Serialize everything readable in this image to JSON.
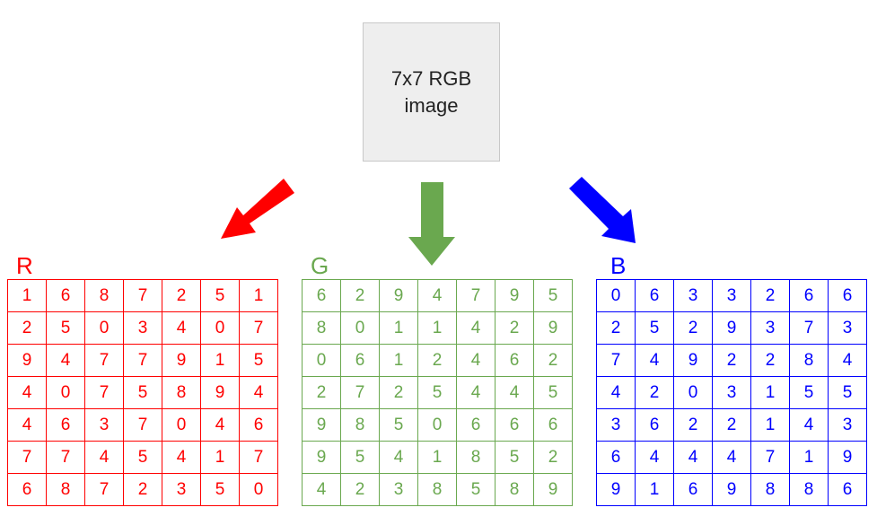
{
  "center_box": {
    "text": "7x7 RGB\nimage"
  },
  "colors": {
    "r": "#ff0000",
    "g": "#6aa84f",
    "b": "#0000ff",
    "box_bg": "#eeeeee"
  },
  "arrows": [
    {
      "name": "red-arrow",
      "direction": "down-left",
      "color": "#ff0000"
    },
    {
      "name": "green-arrow",
      "direction": "down",
      "color": "#6aa84f"
    },
    {
      "name": "blue-arrow",
      "direction": "down-right",
      "color": "#0000ff"
    }
  ],
  "channels": [
    {
      "key": "r",
      "label": "R",
      "color": "#ff0000",
      "rows": [
        [
          "1",
          "6",
          "8",
          "7",
          "2",
          "5",
          "1"
        ],
        [
          "2",
          "5",
          "0",
          "3",
          "4",
          "0",
          "7"
        ],
        [
          "9",
          "4",
          "7",
          "7",
          "9",
          "1",
          "5"
        ],
        [
          "4",
          "0",
          "7",
          "5",
          "8",
          "9",
          "4"
        ],
        [
          "4",
          "6",
          "3",
          "7",
          "0",
          "4",
          "6"
        ],
        [
          "7",
          "7",
          "4",
          "5",
          "4",
          "1",
          "7"
        ],
        [
          "6",
          "8",
          "7",
          "2",
          "3",
          "5",
          "0"
        ]
      ]
    },
    {
      "key": "g",
      "label": "G",
      "color": "#6aa84f",
      "rows": [
        [
          "6",
          "2",
          "9",
          "4",
          "7",
          "9",
          "5"
        ],
        [
          "8",
          "0",
          "1",
          "1",
          "4",
          "2",
          "9"
        ],
        [
          "0",
          "6",
          "1",
          "2",
          "4",
          "6",
          "2"
        ],
        [
          "2",
          "7",
          "2",
          "5",
          "4",
          "4",
          "5"
        ],
        [
          "9",
          "8",
          "5",
          "0",
          "6",
          "6",
          "6"
        ],
        [
          "9",
          "5",
          "4",
          "1",
          "8",
          "5",
          "2"
        ],
        [
          "4",
          "2",
          "3",
          "8",
          "5",
          "8",
          "9"
        ]
      ]
    },
    {
      "key": "b",
      "label": "B",
      "color": "#0000ff",
      "rows": [
        [
          "0",
          "6",
          "3",
          "3",
          "2",
          "6",
          "6"
        ],
        [
          "2",
          "5",
          "2",
          "9",
          "3",
          "7",
          "3"
        ],
        [
          "7",
          "4",
          "9",
          "2",
          "2",
          "8",
          "4"
        ],
        [
          "4",
          "2",
          "0",
          "3",
          "1",
          "5",
          "5"
        ],
        [
          "3",
          "6",
          "2",
          "2",
          "1",
          "4",
          "3"
        ],
        [
          "6",
          "4",
          "4",
          "4",
          "7",
          "1",
          "9"
        ],
        [
          "9",
          "1",
          "6",
          "9",
          "8",
          "8",
          "6"
        ]
      ]
    }
  ]
}
